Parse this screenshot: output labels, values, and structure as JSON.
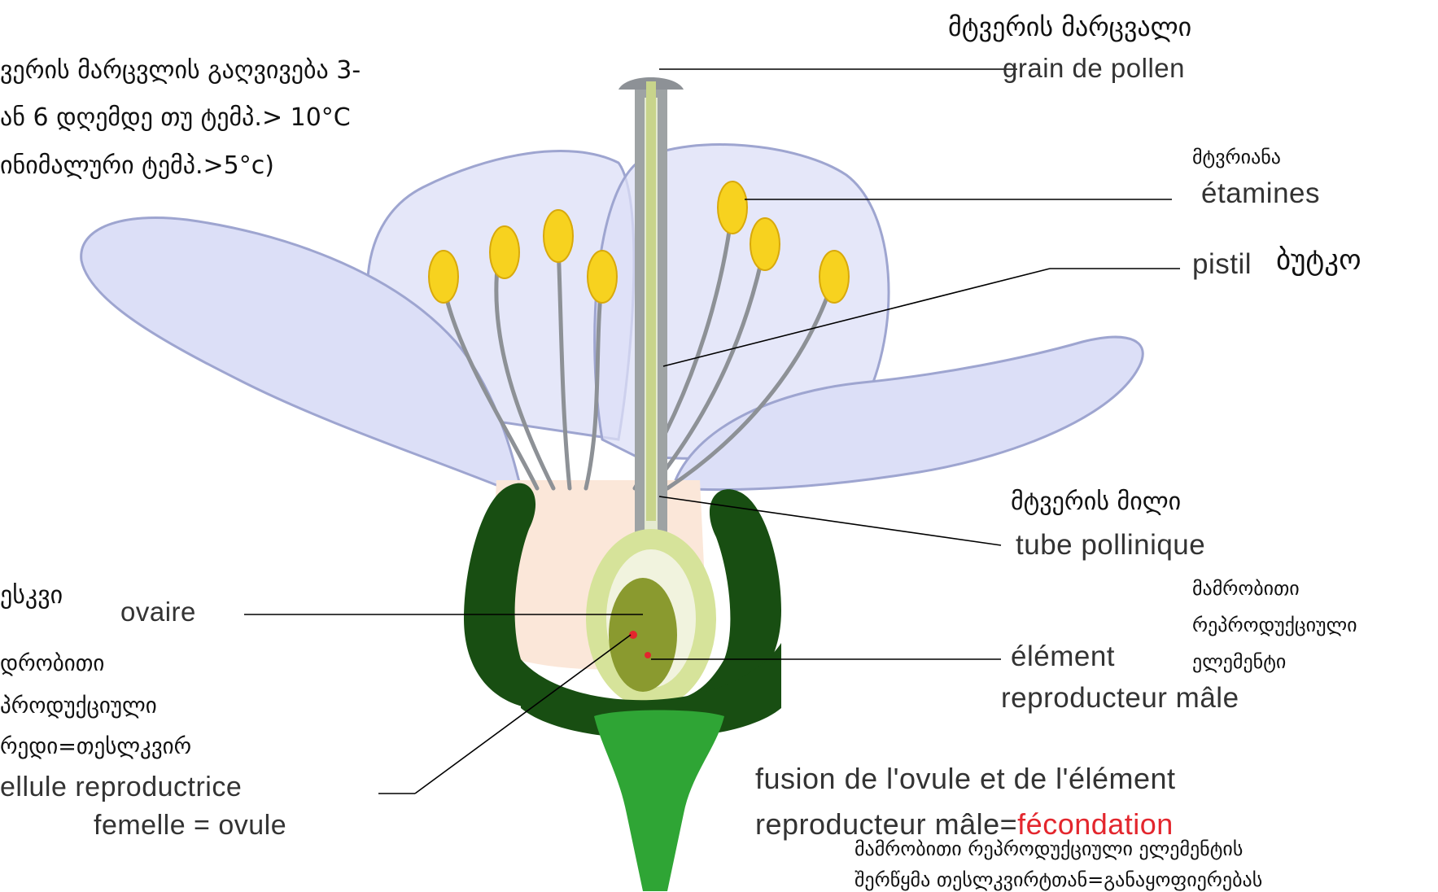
{
  "colors": {
    "petal_fill": "#dcdff7",
    "petal_stroke": "#9ea5d0",
    "anther": "#f7d21f",
    "filament": "#8d9196",
    "style": "#c8d48b",
    "receptacle": "#fbe7d9",
    "sepal": "#184e12",
    "stem": "#2fa535",
    "ovary": "#8a9a2f",
    "fecondation": "#e3262d"
  },
  "labels": {
    "pollen_ka": "მტვერის მარცვალი",
    "pollen_fr": "grain de pollen",
    "germination_line1": "ვერის მარცვლის გაღვივება 3-",
    "germination_line2": "ან 6 დღემდე თუ ტემპ.> 10°C",
    "germination_line3": "ინიმალური ტემპ.>5°c)",
    "stamens_ka": "მტვრიანა",
    "stamens_fr": "étamines",
    "pistil_fr": "pistil",
    "pistil_ka": "ბუტკო",
    "tube_ka": "მტვერის მილი",
    "tube_fr": "tube pollinique",
    "ovary_ka": "ესკვი",
    "ovary_fr": "ovaire",
    "female_ka_line1": "დრობითი",
    "female_ka_line2": "პროდუქციული",
    "female_ka_line3": "რედი=თესლკვირ",
    "female_fr_line1": "ellule reproductrice",
    "female_fr_line2": "femelle = ovule",
    "male_ka_line1": "მამრობითი",
    "male_ka_line2": "რეპროდუქციული",
    "male_ka_line3": "ელემენტი",
    "male_fr_line1": "élément",
    "male_fr_line2": "reproducteur mâle",
    "fusion_fr_line1": "fusion de l'ovule et de l'élément",
    "fusion_fr_line2": "reproducteur mâle=",
    "fusion_fr_red": "fécondation",
    "fusion_ka_line1": "მამრობითი რეპროდუქციული ელემენტის",
    "fusion_ka_line2": "შერწყმა თესლკვირტთან=განაყოფიერებას"
  }
}
